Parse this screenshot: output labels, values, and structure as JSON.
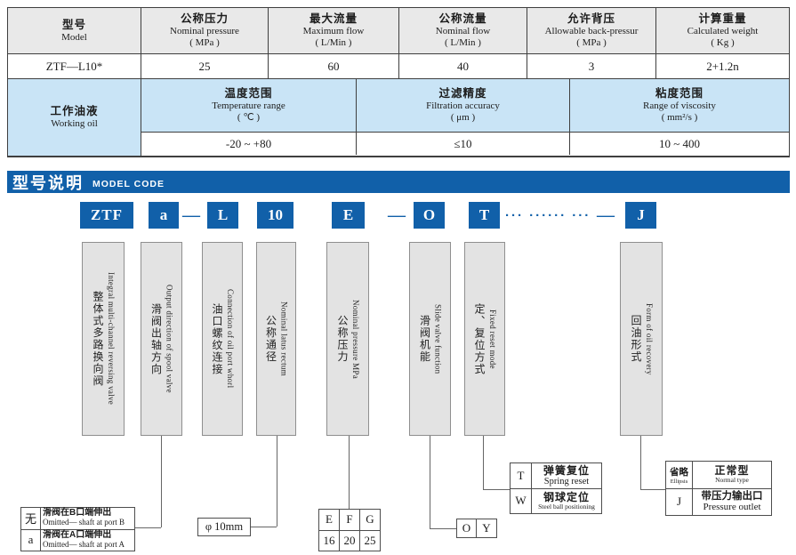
{
  "palette": {
    "accent_blue": "#1160a9",
    "light_blue": "#c9e4f6",
    "header_gray": "#e9e9e9",
    "box_gray": "#e3e3e3"
  },
  "spec_table": {
    "headers": [
      {
        "cn": "型号",
        "en": "Model",
        "unit": ""
      },
      {
        "cn": "公称压力",
        "en": "Nominal pressure",
        "unit": "( MPa )"
      },
      {
        "cn": "最大流量",
        "en": "Maximum flow",
        "unit": "( L/Min )"
      },
      {
        "cn": "公称流量",
        "en": "Nominal flow",
        "unit": "( L/Min )"
      },
      {
        "cn": "允许背压",
        "en": "Allowable back-pressur",
        "unit": "( MPa )"
      },
      {
        "cn": "计算重量",
        "en": "Calculated weight",
        "unit": "( Kg )"
      }
    ],
    "values": [
      "ZTF—L10*",
      "25",
      "60",
      "40",
      "3",
      "2+1.2n"
    ],
    "working_oil": {
      "cn": "工作油液",
      "en": "Working oil"
    },
    "oil_headers": [
      {
        "cn": "温度范围",
        "en": "Temperature range",
        "unit": "( ℃ )"
      },
      {
        "cn": "过滤精度",
        "en": "Filtration accuracy",
        "unit": "( μm )"
      },
      {
        "cn": "粘度范围",
        "en": "Range of viscosity",
        "unit": "( mm²/s )"
      }
    ],
    "oil_values": [
      "-20 ~ +80",
      "≤10",
      "10 ~ 400"
    ]
  },
  "section_header": {
    "cn": "型号说明",
    "en": "MODEL CODE"
  },
  "model_code": {
    "blocks": [
      "ZTF",
      "a",
      "L",
      "10",
      "E",
      "O",
      "T",
      "J"
    ],
    "dash": "—",
    "dots": "··· ······ ···"
  },
  "descriptors": [
    {
      "cn": "整体式多路换向阀",
      "en": "Integral multi-channel reversing valve"
    },
    {
      "cn": "滑阀出轴方向",
      "en": "Output direction of spool valve"
    },
    {
      "cn": "油口螺纹连接",
      "en": "Connection of oil port whorl"
    },
    {
      "cn": "公称通径",
      "en": "Nominal latus rectum"
    },
    {
      "cn": "公称压力",
      "en": "Nominal pressure MPa"
    },
    {
      "cn": "滑阀机能",
      "en": "Slide valve function"
    },
    {
      "cn": "定、复位方式",
      "en": "Fixed reset mode"
    },
    {
      "cn": "回油形式",
      "en": "Form of oil recovery"
    }
  ],
  "legend": {
    "port": {
      "rows": [
        {
          "key": "无",
          "cn": "滑阀在B口端伸出",
          "en": "Omitted— shaft at port B"
        },
        {
          "key": "a",
          "cn": "滑阀在A口端伸出",
          "en": "Omitted— shaft at port A"
        }
      ]
    },
    "phi": {
      "label": "φ 10mm"
    },
    "efg": {
      "headers": [
        "E",
        "F",
        "G"
      ],
      "values": [
        "16",
        "20",
        "25"
      ]
    },
    "oy": {
      "cells": [
        "O",
        "Y"
      ]
    },
    "tw": {
      "rows": [
        {
          "key": "T",
          "cn": "弹簧复位",
          "en": "Spring reset"
        },
        {
          "key": "W",
          "cn": "钢球定位",
          "en": "Steel ball positioning"
        }
      ]
    },
    "ellipsis": {
      "rows": [
        {
          "key_cn": "省略",
          "key_en": "Ellipsis",
          "cn": "正常型",
          "en": "Normal type"
        },
        {
          "key_cn": "J",
          "key_en": "",
          "cn": "带压力输出口",
          "en": "Pressure outlet"
        }
      ]
    }
  }
}
